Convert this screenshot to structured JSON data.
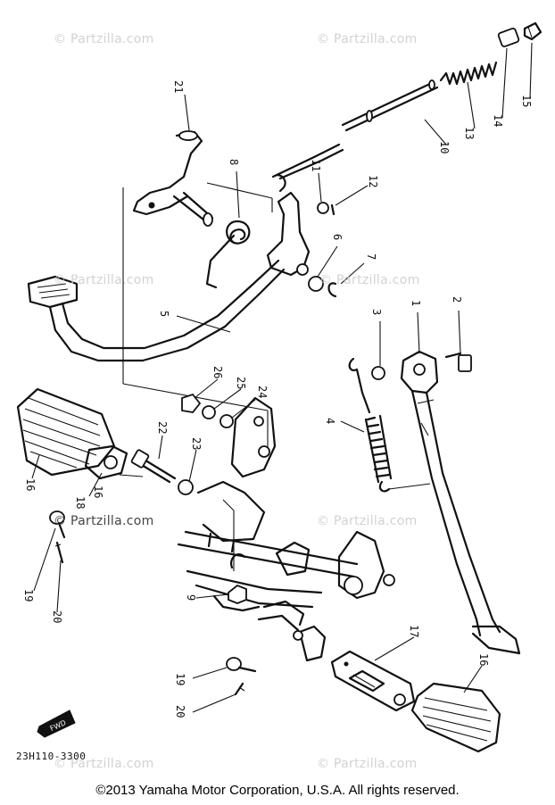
{
  "watermark": {
    "text": "© Partzilla.com",
    "color": "#d2d2d2"
  },
  "callouts": [
    "1",
    "2",
    "3",
    "4",
    "5",
    "6",
    "7",
    "8",
    "9",
    "10",
    "11",
    "12",
    "13",
    "14",
    "15",
    "16",
    "16",
    "16",
    "17",
    "18",
    "19",
    "19",
    "20",
    "20",
    "21",
    "22",
    "23",
    "24",
    "25",
    "26"
  ],
  "diagram_code": "23H110-3300",
  "direction_badge": "FWD",
  "copyright": "©2013  Yamaha Motor Corporation, U.S.A. All rights reserved."
}
